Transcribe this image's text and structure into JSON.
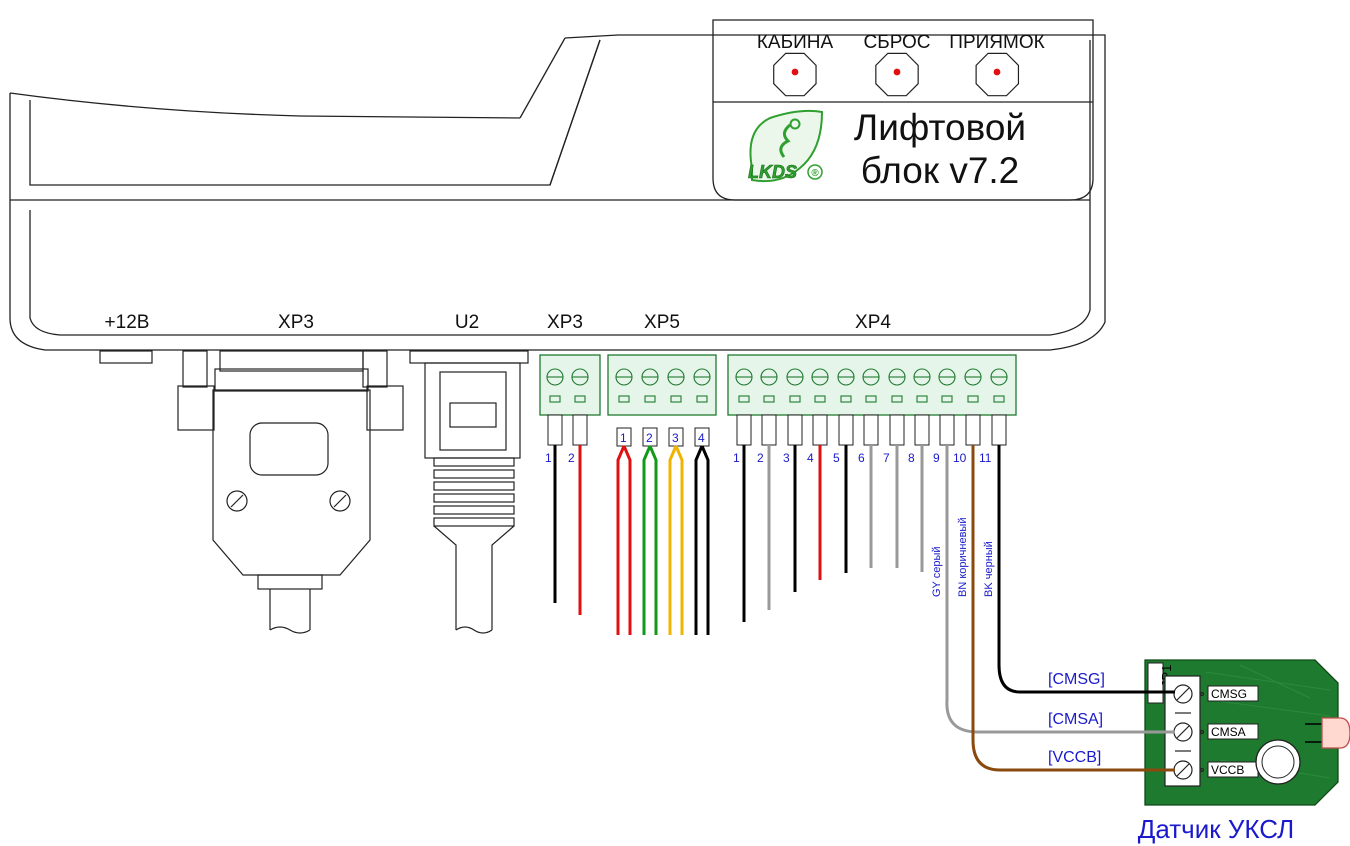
{
  "unit": {
    "buttons": [
      "КАБИНА",
      "СБРОС",
      "ПРИЯМОК"
    ],
    "title_line1": "Лифтовой",
    "title_line2": "блок v7.2",
    "logo_text": "LKDS",
    "logo_reg": "®"
  },
  "connectors": {
    "power": "+12В",
    "db9": "XP3",
    "u2": "U2",
    "xp3": "XP3",
    "xp5": "XP5",
    "xp4": "XP4"
  },
  "xp3_pins": [
    "1",
    "2"
  ],
  "xp5_pins": [
    "1",
    "2",
    "3",
    "4"
  ],
  "xp4_pins": [
    "1",
    "2",
    "3",
    "4",
    "5",
    "6",
    "7",
    "8",
    "9",
    "10",
    "11"
  ],
  "wire_labels": [
    "GY  серый",
    "BN  коричневый",
    "BK  черный"
  ],
  "signals": [
    "[CMSG]",
    "[CMSA]",
    "[VCCB]"
  ],
  "sensor": {
    "jumper": "JP1",
    "terminals": [
      "CMSG",
      "CMSA",
      "VCCB"
    ],
    "caption": "Датчик УКСЛ"
  },
  "colors": {
    "pcb": "#1e7a2e",
    "terminal": "#e6f5ea",
    "label_blue": "#1a1acc",
    "wire_red": "#e01010",
    "wire_green": "#119a1a",
    "wire_yellow": "#f0b400",
    "wire_black": "#000000",
    "wire_gray": "#999999",
    "wire_brown": "#8a4a0e"
  }
}
